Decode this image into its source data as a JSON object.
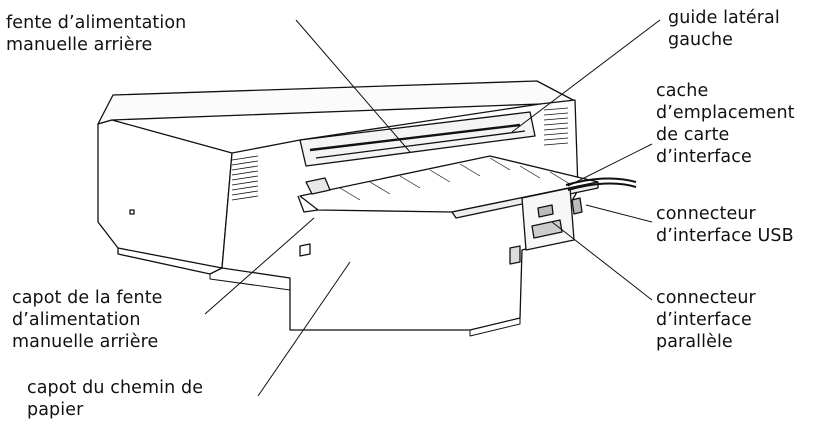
{
  "labels": {
    "fente_alimentation": [
      "fente d’alimentation",
      "manuelle arrière"
    ],
    "guide_lateral": [
      "guide latéral",
      "gauche"
    ],
    "cache_emplacement": [
      "cache",
      "d’emplacement",
      "de carte",
      "d’interface"
    ],
    "connecteur_usb": [
      "connecteur",
      "d’interface USB"
    ],
    "capot_fente": [
      "capot de la fente",
      "d’alimentation",
      "manuelle arrière"
    ],
    "connecteur_parallele": [
      "connecteur",
      "d’interface",
      "parallèle"
    ],
    "capot_chemin": [
      "capot du chemin de",
      "papier"
    ]
  }
}
